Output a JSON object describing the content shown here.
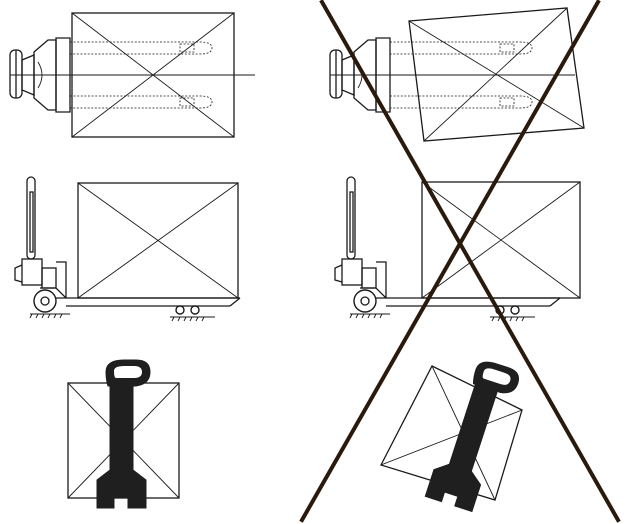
{
  "figure": {
    "panels": [
      {
        "id": "top-view-correct",
        "status": "correct"
      },
      {
        "id": "top-view-incorrect",
        "status": "incorrect"
      },
      {
        "id": "side-view-correct",
        "status": "correct"
      },
      {
        "id": "side-view-incorrect",
        "status": "incorrect"
      },
      {
        "id": "front-view-correct",
        "status": "correct"
      },
      {
        "id": "front-view-incorrect",
        "status": "incorrect"
      }
    ],
    "line_color": "#1a1a1a",
    "prohibition_cross_color": "#2a1a0c",
    "background": "#ffffff",
    "icons": [
      "pallet-truck-icon",
      "load-box-icon",
      "prohibited-cross-icon"
    ]
  }
}
